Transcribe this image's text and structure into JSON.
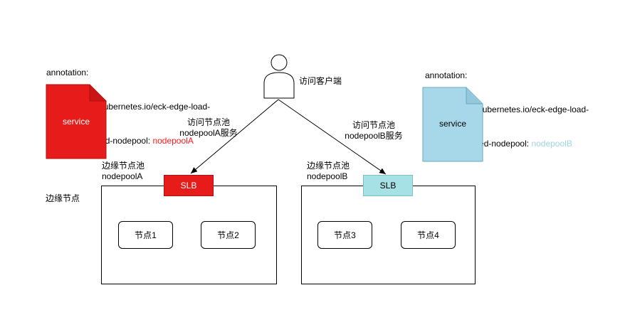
{
  "client": {
    "label": "访问客户端"
  },
  "left": {
    "annotation_line1": "annotation:",
    "annotation_line2": "  service.beta.kubernetes.io/eck-edge-load-",
    "annotation_line3_prefix": "balancer-desired-nodepool: ",
    "annotation_value": "nodepoolA",
    "annotation_color": "#ff1a1a",
    "service_label": "service",
    "service_color": "#e81b1b",
    "access_line1": "访问节点池",
    "access_line2": "nodepoolA服务",
    "pool_line1": "边缘节点池",
    "pool_line2": "nodepoolA",
    "slb_label": "SLB",
    "slb_color": "#e81b1b",
    "nodes": [
      "节点1",
      "节点2"
    ]
  },
  "right": {
    "annotation_line1": "annotation:",
    "annotation_line2": "  service.beta.kubernetes.io/eck-edge-load-",
    "annotation_line3_prefix": "balancer-desired-nodepool: ",
    "annotation_value": "nodepoolB",
    "annotation_color": "#9fd3e6",
    "service_label": "service",
    "service_color": "#a7d8ea",
    "access_line1": "访问节点池",
    "access_line2": "nodepoolB服务",
    "pool_line1": "边缘节点池",
    "pool_line2": "nodepoolB",
    "slb_label": "SLB",
    "slb_color": "#a6e1e6",
    "nodes": [
      "节点3",
      "节点4"
    ]
  },
  "edge_label": "边缘节点"
}
